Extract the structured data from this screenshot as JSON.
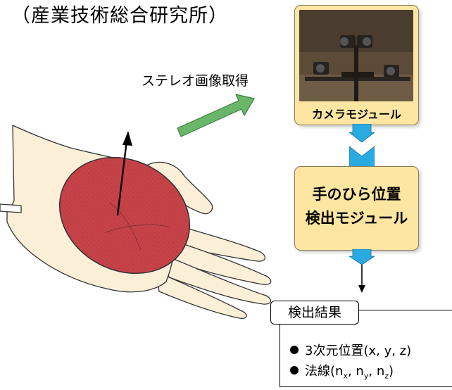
{
  "header": {
    "org": "（産業技術総合研究所）"
  },
  "flow": {
    "stereo_label": "ステレオ画像取得",
    "camera_module": {
      "label": "カメラモジュール"
    },
    "palm_module": {
      "line1": "手のひら位置",
      "line2": "検出モジュール"
    }
  },
  "result": {
    "title": "検出結果",
    "items": [
      {
        "text": "3次元位置(x, y, z)"
      },
      {
        "prefix": "法線(",
        "n1": "n",
        "s1": "x",
        "sep1": ", ",
        "n2": "n",
        "s2": "y",
        "sep2": ", ",
        "n3": "n",
        "s3": "z",
        "suffix": ")"
      }
    ]
  },
  "colors": {
    "module_fill": "#fce6a2",
    "connector_blue": "#29abe2",
    "arrow_green": "#6ab66a",
    "palm_ellipse": "#c8444a",
    "hand_skin": "#fbefd8"
  }
}
